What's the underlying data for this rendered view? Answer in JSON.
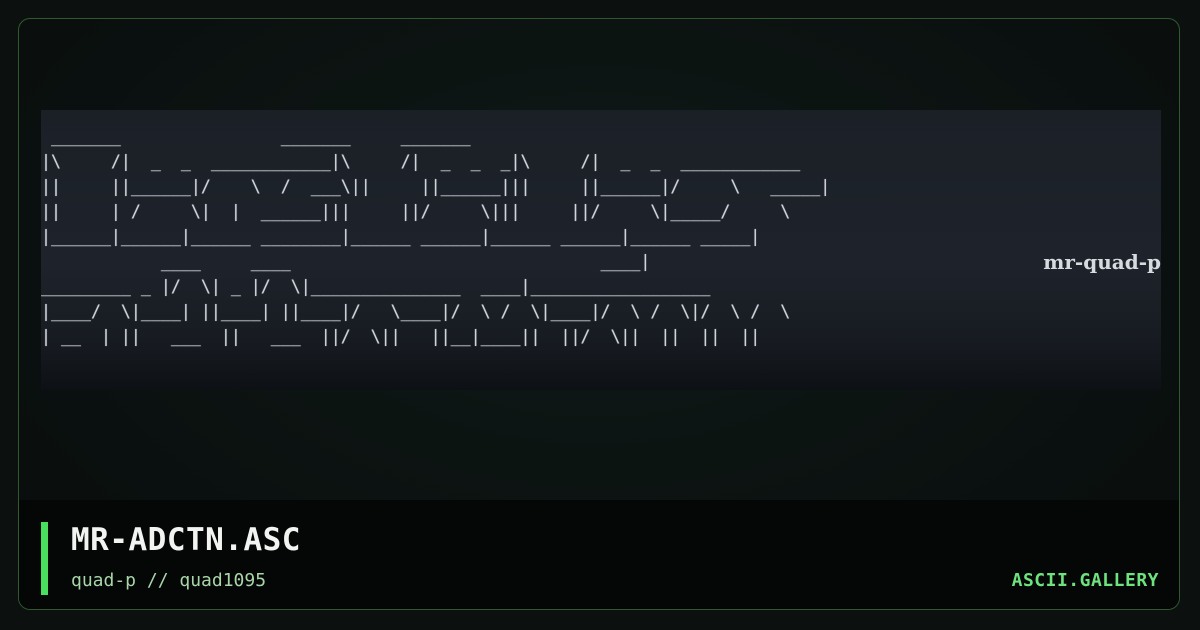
{
  "art": {
    "ascii": " _______                _______     _______\n|\\     /|  _  _  ____________|\\     /|  _  _  _|\\     /|  _  _  ____________\n||     ||______|/    \\  /  ___\\||     ||______|||     ||______|/     \\   _____|\n||     | /     \\|  |  ______|||     ||/     \\|||     ||/     \\|_____/     \\\n|______|______|______ ________|______ ______|______ ______|______ _____|\n            ____     ____                               ____|\n_________ _ |/  \\| _ |/  \\|_______________  ____|__________________\n|____/  \\|____| ||____| ||____|/   \\____|/  \\ /  \\|____|/  \\ /  \\|/  \\ /  \\\n| __  | ||   ___  ||   ___  ||/  \\||   ||__|____||  ||/  \\||  ||  ||  ||",
    "signature": "mr-quad-p"
  },
  "footer": {
    "title": "MR-ADCTN.ASC",
    "subtitle": "quad-p // quad1095",
    "brand": "ASCII.GALLERY"
  },
  "colors": {
    "accent": "#4ade5e",
    "brand": "#6ee27e",
    "border": "#2f5a30"
  }
}
